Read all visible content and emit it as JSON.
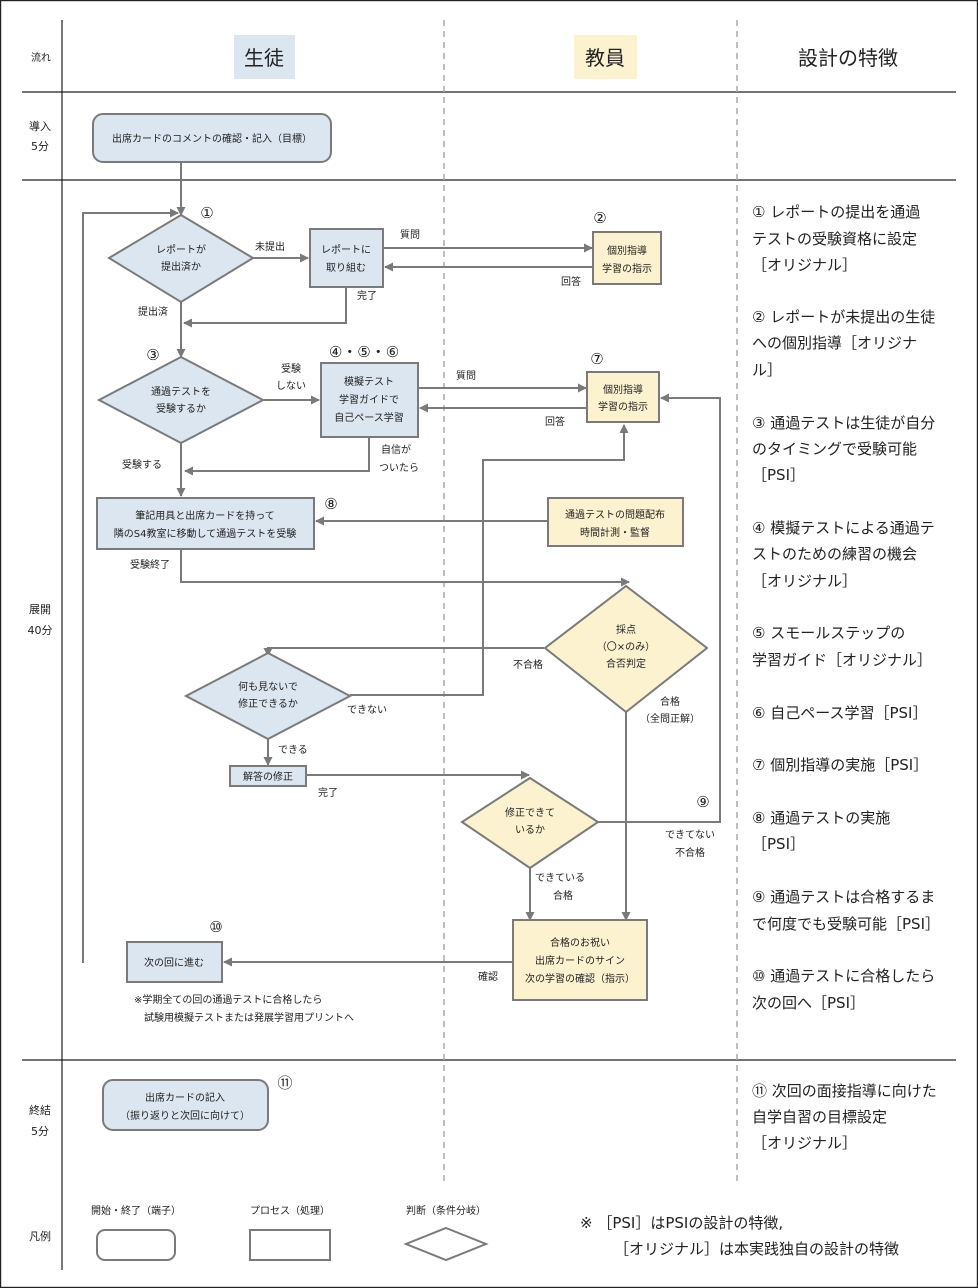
{
  "header": {
    "flow": "流れ",
    "student": "生徒",
    "teacher": "教員",
    "features": "設計の特徴"
  },
  "phases": {
    "intro": [
      "導入",
      "5分"
    ],
    "development": [
      "展開",
      "40分"
    ],
    "closing": [
      "終結",
      "5分"
    ],
    "legend": "凡例"
  },
  "nodes": {
    "n_start": [
      "出席カードのコメントの確認・記入（目標）"
    ],
    "d_report": [
      "レポートが",
      "提出済か"
    ],
    "p_report": [
      "レポートに",
      "取り組む"
    ],
    "t_guidance2": [
      "個別指導",
      "学習の指示"
    ],
    "d_take": [
      "通過テストを",
      "受験するか"
    ],
    "p_mock": [
      "模擬テスト",
      "学習ガイドで",
      "自己ペース学習"
    ],
    "t_guidance7": [
      "個別指導",
      "学習の指示"
    ],
    "p_test": [
      "筆記用具と出席カードを持って",
      "隣のS4教室に移動して通過テストを受験"
    ],
    "t_distribute": [
      "通過テストの問題配布",
      "時間計測・監督"
    ],
    "d_grade": [
      "採点",
      "（〇×のみ）",
      "合否判定"
    ],
    "d_fix": [
      "何も見ないで",
      "修正できるか"
    ],
    "p_correct": [
      "解答の修正"
    ],
    "d_fixed": [
      "修正できて",
      "いるか"
    ],
    "t_celebrate": [
      "合格のお祝い",
      "出席カードのサイン",
      "次の学習の確認（指示）"
    ],
    "p_next": [
      "次の回に進む"
    ],
    "n_end": [
      "出席カードの記入",
      "（振り返りと次回に向けて）"
    ]
  },
  "edge_labels": {
    "not_submitted": "未提出",
    "question1": "質問",
    "answer1": "回答",
    "done1": "完了",
    "submitted": "提出済",
    "no_take": [
      "受験",
      "しない"
    ],
    "question2": "質問",
    "answer2": "回答",
    "confident": [
      "自信が",
      "ついたら"
    ],
    "take": "受験する",
    "test_done": "受験終了",
    "fail": "不合格",
    "pass": [
      "合格",
      "（全問正解）"
    ],
    "cannot": "できない",
    "can": "できる",
    "done2": "完了",
    "not_done": [
      "できてない",
      "不合格"
    ],
    "done_pass": [
      "できている",
      "合格"
    ],
    "confirm": "確認"
  },
  "markers": {
    "m1": "①",
    "m2": "②",
    "m3": "③",
    "m456": "④・⑤・⑥",
    "m7": "⑦",
    "m8": "⑧",
    "m9": "⑨",
    "m10": "⑩",
    "m11": "⑪"
  },
  "note": [
    "※学期全ての回の通過テストに合格したら",
    "試験用模擬テストまたは発展学習用プリントへ"
  ],
  "features": [
    [
      "① レポートの提出を通過",
      "テストの受験資格に設定",
      "［オリジナル］"
    ],
    [
      "② レポートが未提出の生徒",
      "への個別指導［オリジナ",
      "ル］"
    ],
    [
      "③ 通過テストは生徒が自分",
      "のタイミングで受験可能",
      "［PSI］"
    ],
    [
      "④ 模擬テストによる通過テ",
      "ストのための練習の機会",
      "［オリジナル］"
    ],
    [
      "⑤ スモールステップの",
      "学習ガイド［オリジナル］"
    ],
    [
      "⑥ 自己ペース学習［PSI］"
    ],
    [
      "⑦ 個別指導の実施［PSI］"
    ],
    [
      "⑧ 通過テストの実施",
      "［PSI］"
    ],
    [
      "⑨ 通過テストは合格するま",
      "で何度でも受験可能［PSI］"
    ],
    [
      "⑩ 通過テストに合格したら",
      "次の回へ［PSI］"
    ],
    [
      "⑪ 次回の面接指導に向けた",
      "自学自習の目標設定",
      "［オリジナル］"
    ]
  ],
  "legend": {
    "terminal": "開始・終了（端子）",
    "process": "プロセス（処理）",
    "decision": "判断（条件分岐）"
  },
  "legend_note": [
    "※ ［PSI］はPSIの設計の特徴,",
    "［オリジナル］は本実践独自の設計の特徴"
  ],
  "colors": {
    "student_fill": "#dce6f1",
    "teacher_fill": "#fdf2d0",
    "stroke": "#7a7a7a"
  }
}
